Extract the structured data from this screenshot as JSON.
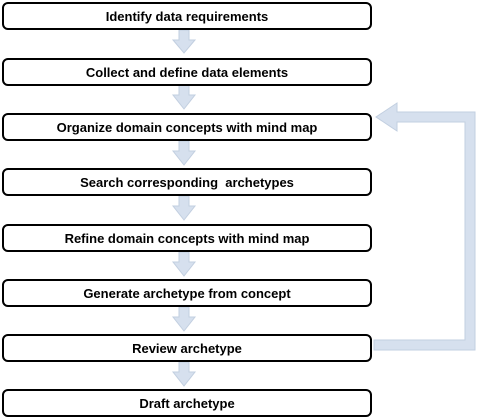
{
  "diagram": {
    "steps": [
      "Identify data requirements",
      "Collect and define data elements",
      "Organize domain concepts with mind map",
      "Search corresponding  archetypes",
      "Refine domain concepts with mind map",
      "Generate archetype from concept",
      "Review archetype",
      "Draft archetype"
    ],
    "connector_color": "#d6e0ee",
    "connector_stroke_color": "#c2cfe0",
    "loop": {
      "from_step": 6,
      "to_step": 2
    }
  }
}
